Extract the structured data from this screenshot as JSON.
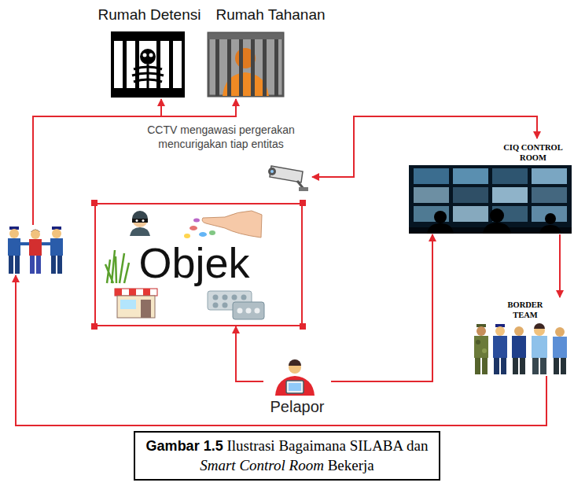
{
  "diagram": {
    "caption": "Gambar 1.5 Ilustrasi Bagaimana SILABA dan Smart Control Room Bekerja",
    "nodes": [
      {
        "text": [
          "Rumah Detensi"
        ]
      },
      {
        "text": [
          "Rumah Tahanan"
        ]
      },
      {
        "text": [
          "CCTV mengawasi pergerakan mencurigakan tiap entitas"
        ]
      },
      {
        "text": [
          "CIQ CONTROL ROOM"
        ]
      },
      {
        "text": []
      },
      {
        "text": [
          "Objek"
        ]
      },
      {
        "text": [
          "BORDER TEAM"
        ]
      },
      {
        "text": [
          "Pelapor"
        ]
      }
    ],
    "edges": [
      {
        "from": 4,
        "to": 0,
        "arrow": "to"
      },
      {
        "from": 4,
        "to": 1,
        "arrow": "to"
      },
      {
        "from": 2,
        "to": 3,
        "arrow": "both"
      },
      {
        "from": 3,
        "to": 6,
        "arrow": "to"
      },
      {
        "from": 6,
        "to": 4,
        "arrow": "to"
      },
      {
        "from": 7,
        "to": 5,
        "arrow": "to"
      },
      {
        "from": 7,
        "to": 3,
        "arrow": "to"
      }
    ]
  }
}
